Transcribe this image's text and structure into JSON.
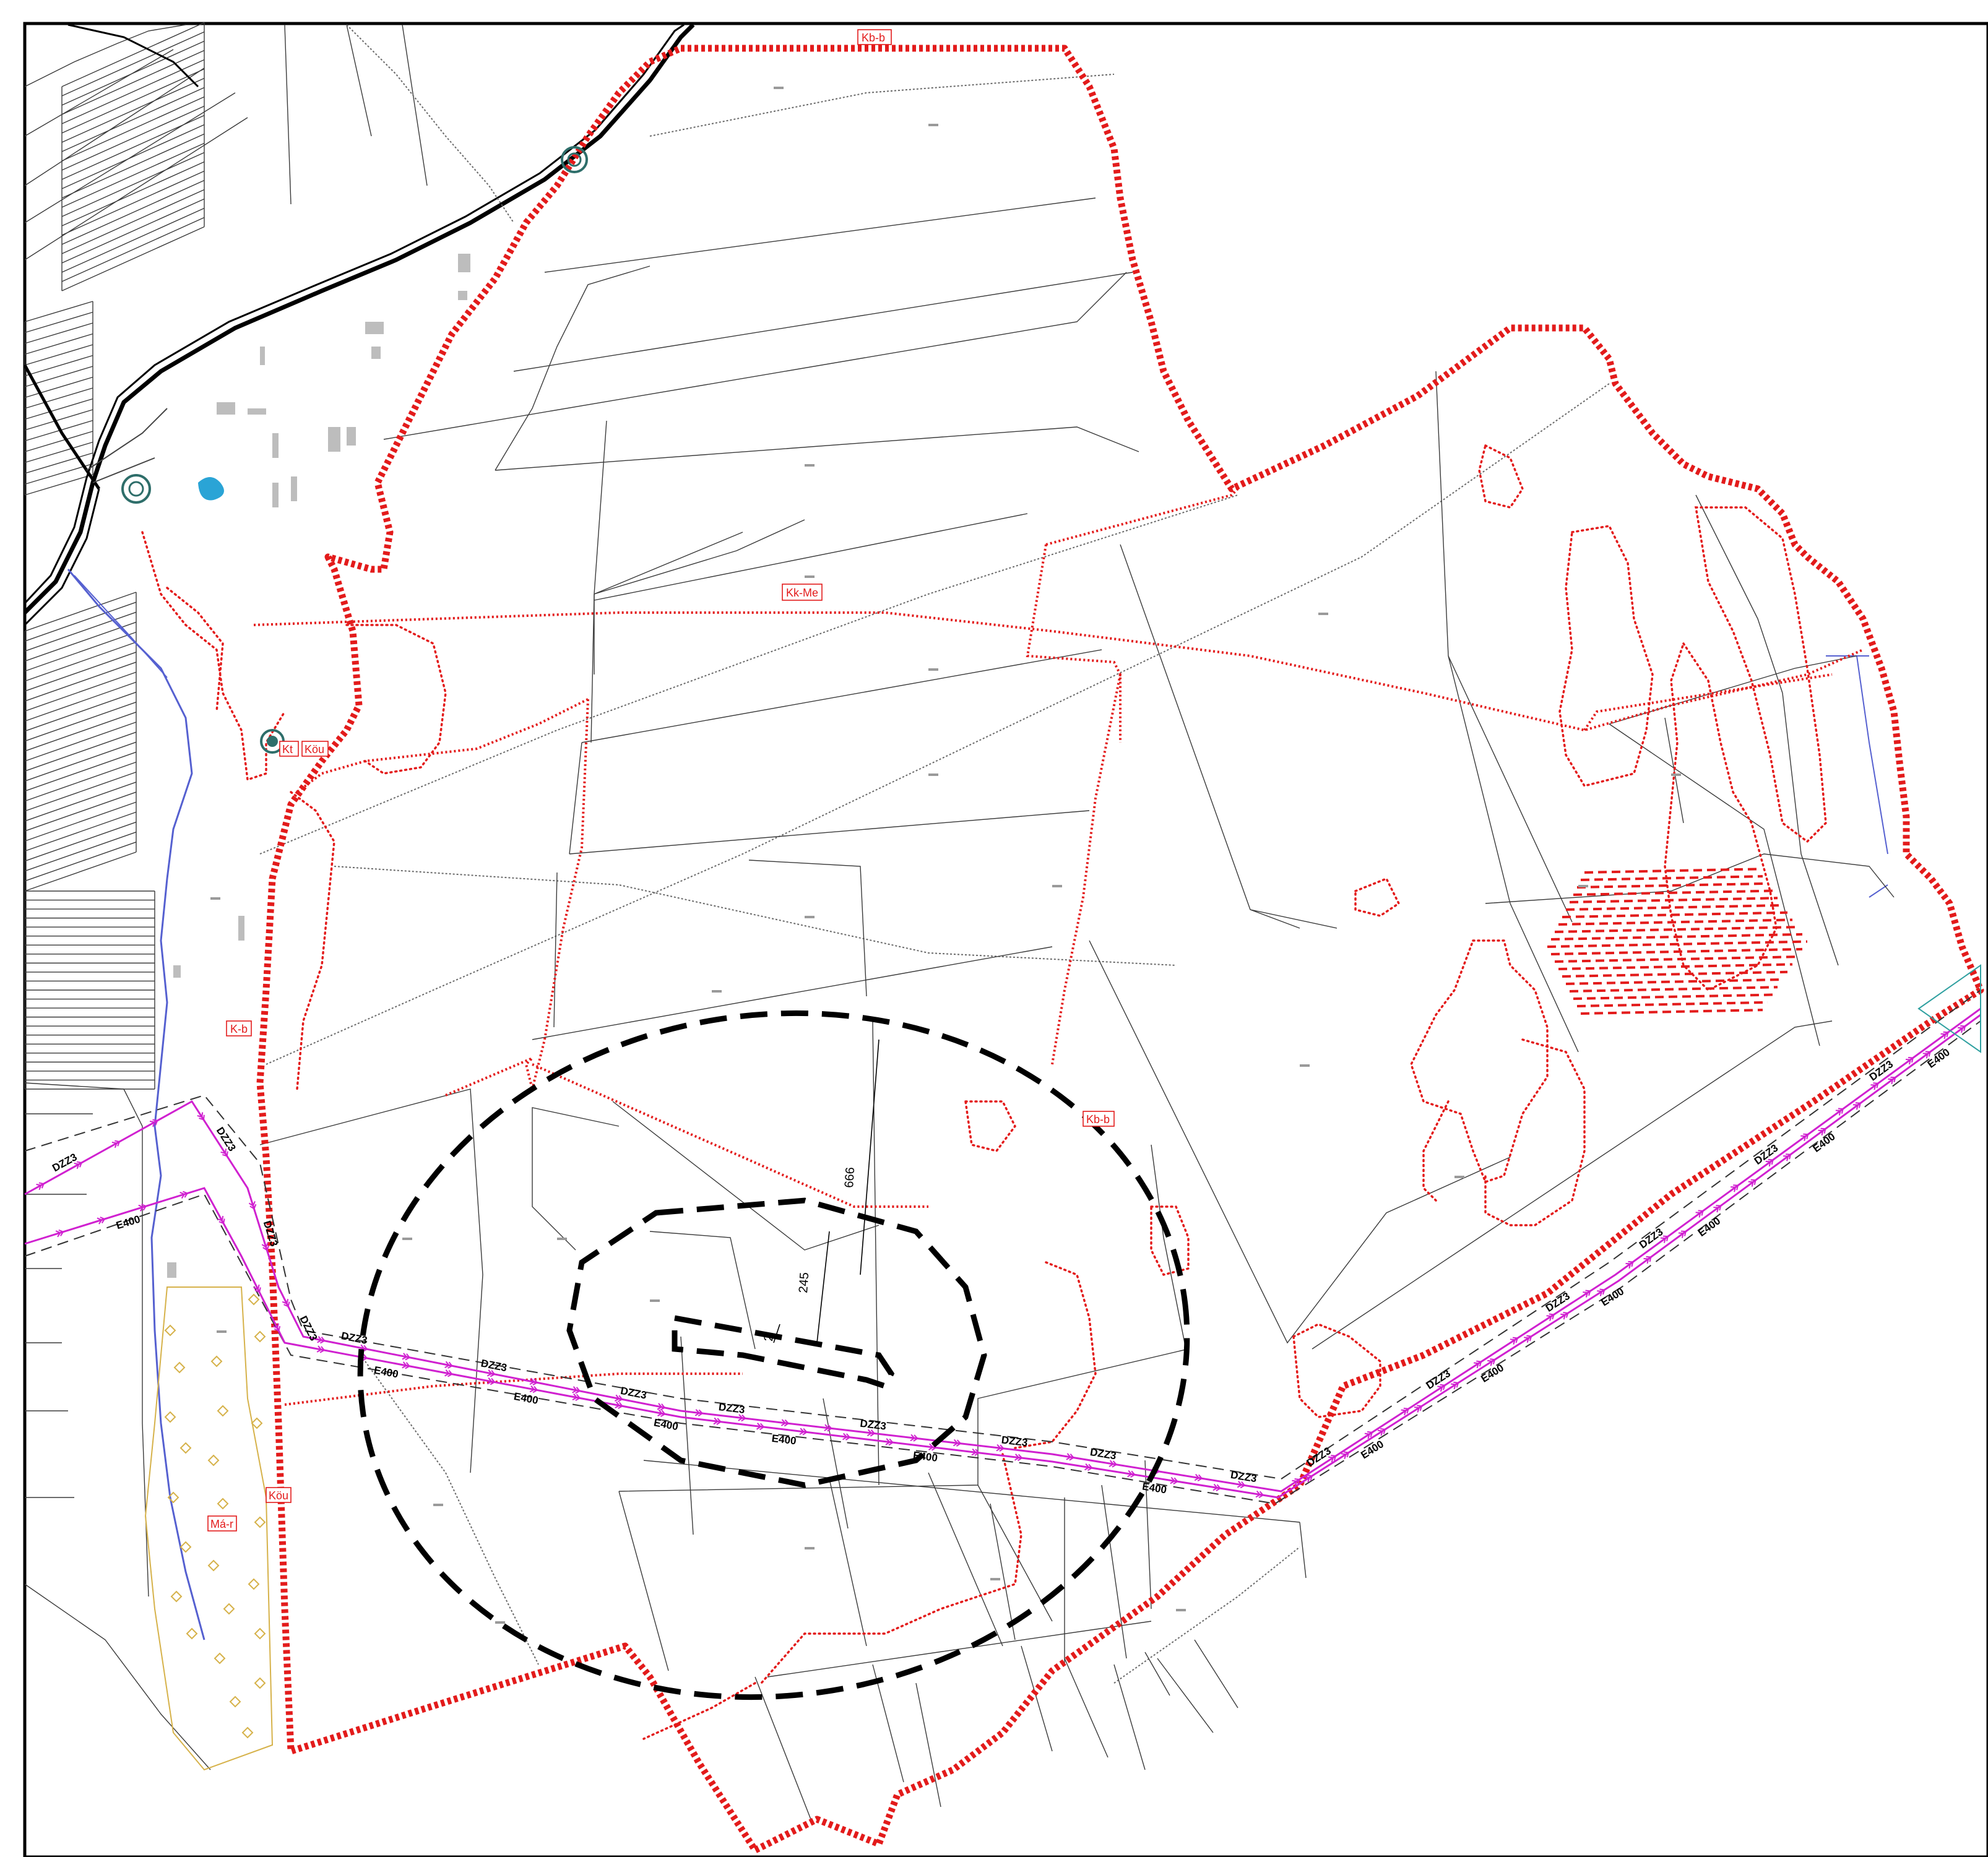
{
  "zone_labels": {
    "kbb": "Kb-b",
    "kkme": "Kk-Me",
    "kb": "K-b",
    "kbb2": "Kb-b",
    "kou1": "Köu",
    "kou2": "Köu",
    "mar": "Má-r",
    "ktt": "Kt"
  },
  "pipeline_labels": {
    "gas_high": "E400",
    "gas_mid": "DZZ3"
  },
  "dimension_labels": {
    "d666": "666",
    "d245": "245",
    "d2": "2"
  },
  "colors": {
    "boundary": "#e31b1b",
    "pipeline": "#d021d0",
    "buffer": "#000000",
    "parcel_line": "#3a3a3a",
    "water": "#5560d0",
    "wells": "#2e6e6a",
    "vineyard": "#d6b24a"
  },
  "icons": [
    "well-icon",
    "water-pond-icon",
    "vineyard-diamond-icon",
    "gas-flow-arrow-icon"
  ]
}
